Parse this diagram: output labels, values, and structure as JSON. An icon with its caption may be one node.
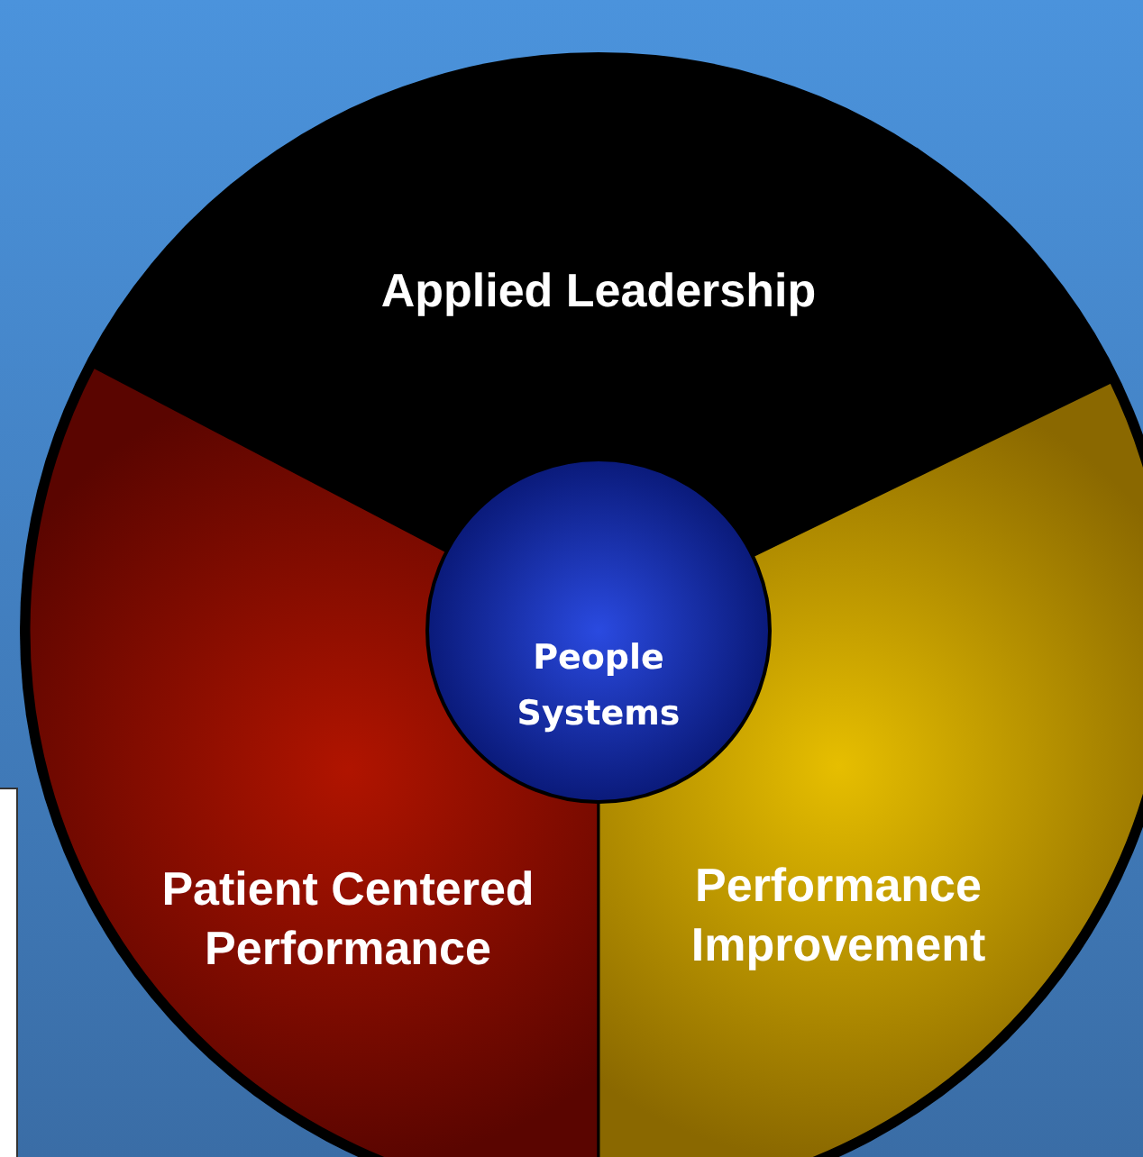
{
  "diagram": {
    "nodes": [
      {
        "text": [
          "Applied Leadership"
        ]
      },
      {
        "text": [
          "Patient Centered Performance"
        ]
      },
      {
        "text": [
          "Performance Improvement"
        ]
      },
      {
        "text": [
          "People Systems"
        ]
      }
    ]
  }
}
